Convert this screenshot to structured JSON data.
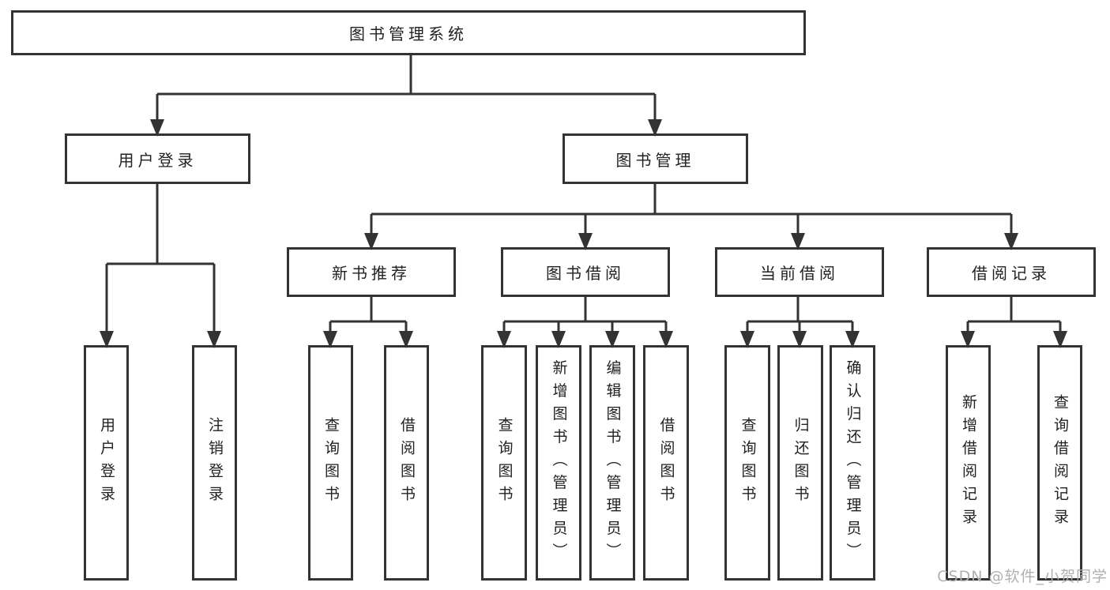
{
  "watermark": "CSDN @软件_小贺同学",
  "colors": {
    "line": "#333333",
    "text": "#222222",
    "watermark": "#b0b0b0"
  },
  "tree": {
    "root": "图书管理系统",
    "login": {
      "label": "用户登录",
      "children": [
        "用户登录",
        "注销登录"
      ]
    },
    "manage": {
      "label": "图书管理",
      "groups": [
        {
          "label": "新书推荐",
          "children": [
            "查询图书",
            "借阅图书"
          ]
        },
        {
          "label": "图书借阅",
          "children": [
            "查询图书",
            "新增图书（管理员）",
            "编辑图书（管理员）",
            "借阅图书"
          ]
        },
        {
          "label": "当前借阅",
          "children": [
            "查询图书",
            "归还图书",
            "确认归还（管理员）"
          ]
        },
        {
          "label": "借阅记录",
          "children": [
            "新增借阅记录",
            "查询借阅记录"
          ]
        }
      ]
    }
  }
}
